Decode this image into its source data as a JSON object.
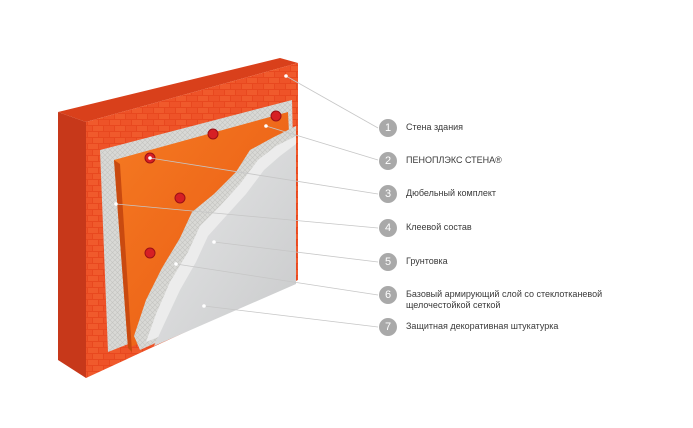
{
  "colors": {
    "brick": "#e8481f",
    "mortar": "#c8421c",
    "foam": "#f06a1a",
    "dowel": "#d61f24",
    "plaster": "#d7d8d9",
    "leader_line": "#c6c6c6",
    "badge": "#a9a9a9"
  },
  "legend": [
    {
      "number": "1",
      "label": "Стена здания"
    },
    {
      "number": "2",
      "label": "ПЕНОПЛЭКС СТЕНА®"
    },
    {
      "number": "3",
      "label": "Дюбельный комплект"
    },
    {
      "number": "4",
      "label": "Клеевой состав"
    },
    {
      "number": "5",
      "label": "Грунтовка"
    },
    {
      "number": "6",
      "label": "Базовый армирующий слой со стеклотканевой щелочестойкой сеткой"
    },
    {
      "number": "7",
      "label": "Защитная декоративная штукатурка"
    }
  ]
}
